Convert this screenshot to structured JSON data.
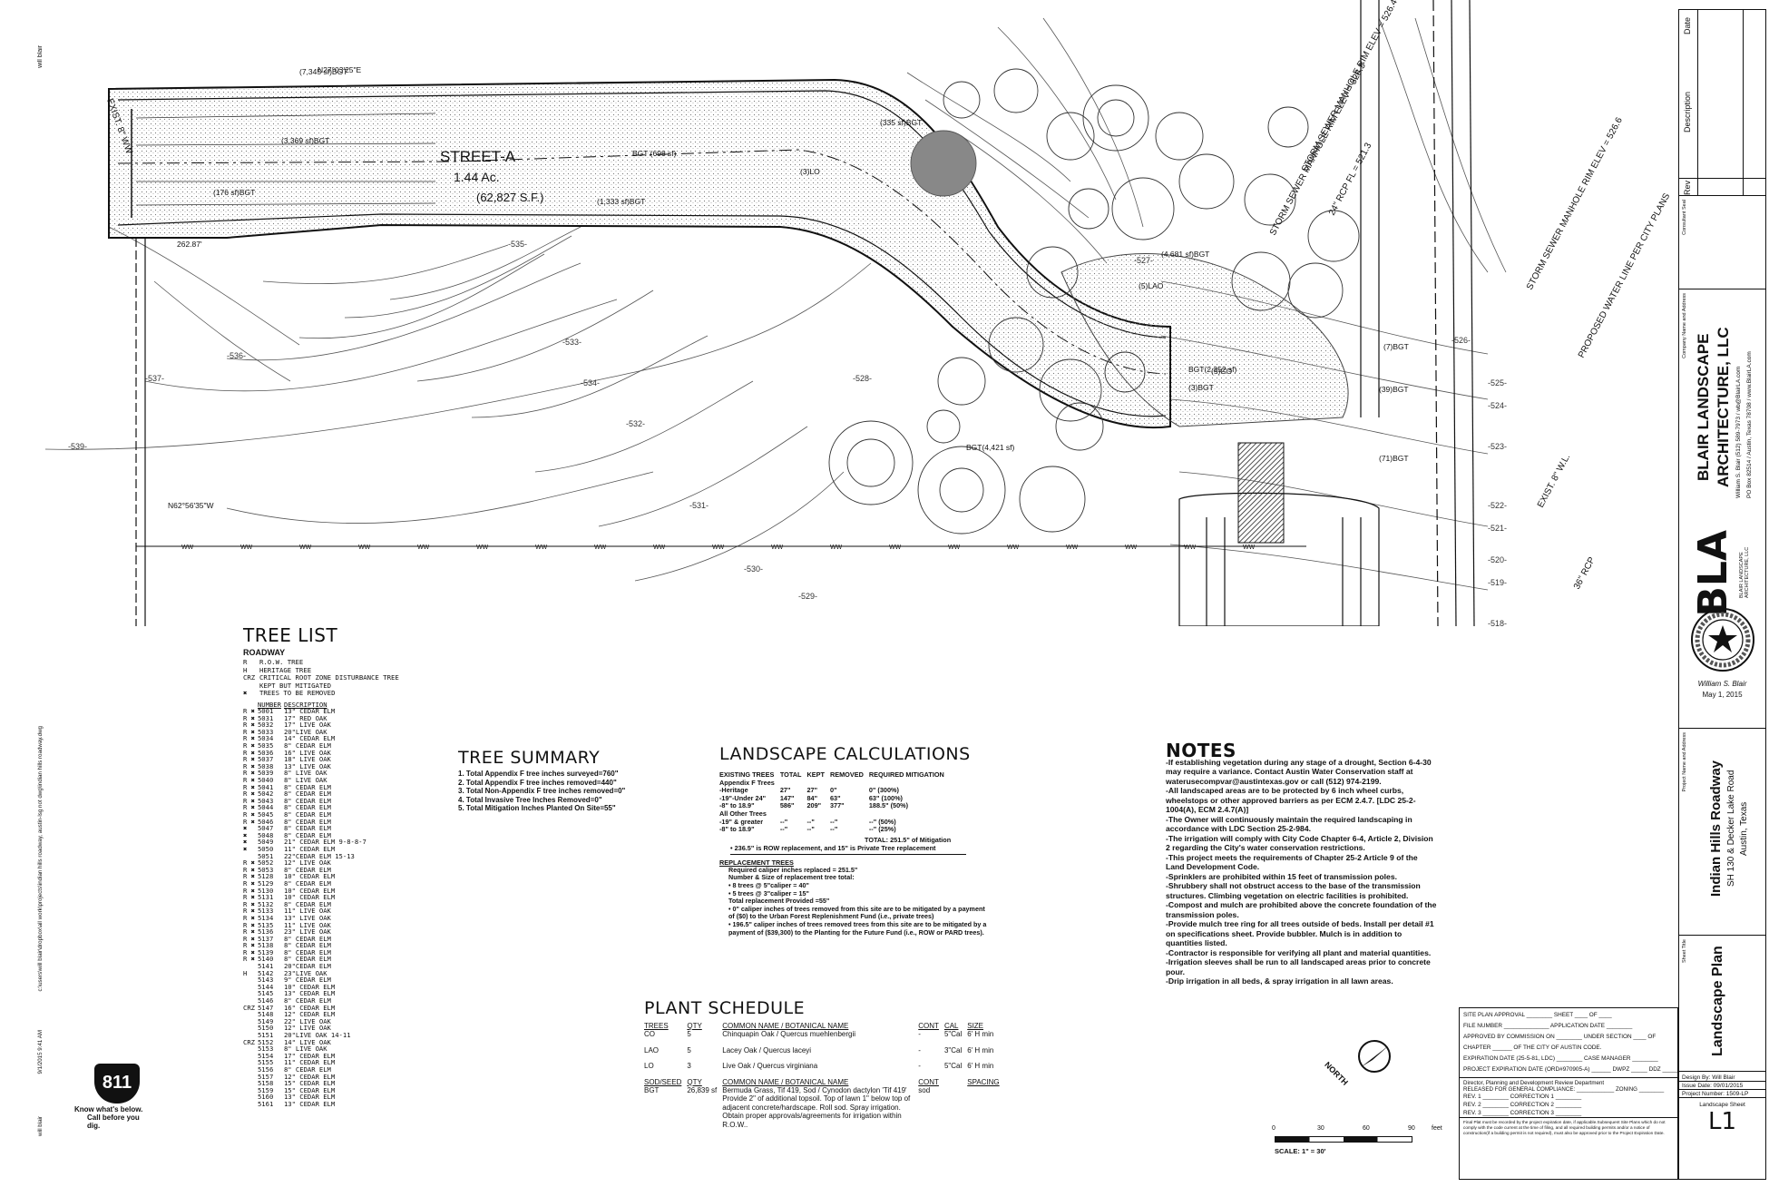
{
  "plan": {
    "street_name": "STREET-A",
    "street_area": "1.44 Ac.",
    "street_sf": "(62,827 S.F.)",
    "labels": [
      "(7,345 sf)BGT",
      "(3,369 sf)BGT",
      "(176 sf)BGT",
      "BGT (698 sf)",
      "(1,333 sf)BGT",
      "(335 sf)BGT",
      "(4,681 sf)BGT",
      "BGT(2,352 sf)",
      "(3)BGT",
      "BGT(4,421 sf)",
      "(7)BGT",
      "(39)BGT",
      "(71)BGT",
      "(3)LO",
      "(5)LAO",
      "(5)CO",
      "262.87'",
      "N27°03'25\"E",
      "N62°56'35\"W"
    ],
    "contours": [
      "-539-",
      "-537-",
      "-536-",
      "-535-",
      "-534-",
      "-533-",
      "-532-",
      "-531-",
      "-530-",
      "-529-",
      "-528-",
      "-527-",
      "-526-",
      "-525-",
      "-524-",
      "-523-",
      "-522-",
      "-521-",
      "-520-",
      "-519-",
      "-518-"
    ],
    "callouts": [
      "STORM SEWER MANHOLE RIM ELEV = 526.4",
      "STORM SEWER MANHOLE RIM ELEV = 528.3",
      "STORM SEWER MANHOLE RIM ELEV = 526.6",
      "PROPOSED WATER LINE PER CITY PLANS",
      "24\" RCP FL = 521.3",
      "EXIST. 8\" W.L.",
      "36\" RCP",
      "EXIST. 8\" WW"
    ],
    "grid_label": "WW"
  },
  "tree_list": {
    "title": "TREE LIST",
    "subtitle": "ROADWAY",
    "legend": [
      {
        "sym": "R",
        "text": "R.O.W. TREE"
      },
      {
        "sym": "H",
        "text": "HERITAGE TREE"
      },
      {
        "sym": "CRZ",
        "text": "CRITICAL ROOT ZONE DISTURBANCE TREE KEPT BUT MITIGATED"
      },
      {
        "sym": "✖",
        "text": "TREES TO BE REMOVED"
      }
    ],
    "col_number": "NUMBER",
    "col_desc": "DESCRIPTION",
    "rows": [
      [
        "R ✖",
        "5001",
        "13\" CEDAR ELM"
      ],
      [
        "R ✖",
        "5031",
        "17\" RED OAK"
      ],
      [
        "R ✖",
        "5032",
        "17\" LIVE OAK"
      ],
      [
        "R ✖",
        "5033",
        "20\"LIVE OAK"
      ],
      [
        "R ✖",
        "5034",
        "14\" CEDAR ELM"
      ],
      [
        "R ✖",
        "5035",
        "8\" CEDAR ELM"
      ],
      [
        "R ✖",
        "5036",
        "16\" LIVE OAK"
      ],
      [
        "R ✖",
        "5037",
        "18\" LIVE OAK"
      ],
      [
        "R ✖",
        "5038",
        "13\" LIVE OAK"
      ],
      [
        "R ✖",
        "5039",
        "8\" LIVE OAK"
      ],
      [
        "R ✖",
        "5040",
        "8\" LIVE OAK"
      ],
      [
        "R ✖",
        "5041",
        "8\" CEDAR ELM"
      ],
      [
        "R ✖",
        "5042",
        "8\" CEDAR ELM"
      ],
      [
        "R ✖",
        "5043",
        "8\" CEDAR ELM"
      ],
      [
        "R ✖",
        "5044",
        "8\" CEDAR ELM"
      ],
      [
        "R ✖",
        "5045",
        "8\" CEDAR ELM"
      ],
      [
        "R ✖",
        "5046",
        "8\" CEDAR ELM"
      ],
      [
        "✖",
        "5047",
        "8\" CEDAR ELM"
      ],
      [
        "✖",
        "5048",
        "8\" CEDAR ELM"
      ],
      [
        "✖",
        "5049",
        "21\" CEDAR ELM 9-8-8-7"
      ],
      [
        "✖",
        "5050",
        "11\" CEDAR ELM"
      ],
      [
        "",
        "5051",
        "22\"CEDAR ELM 15-13"
      ],
      [
        "R ✖",
        "5052",
        "12\" LIVE OAK"
      ],
      [
        "R ✖",
        "5053",
        "8\" CEDAR ELM"
      ],
      [
        "R ✖",
        "5128",
        "10\" CEDAR ELM"
      ],
      [
        "R ✖",
        "5129",
        "8\" CEDAR ELM"
      ],
      [
        "R ✖",
        "5130",
        "10\" CEDAR ELM"
      ],
      [
        "R ✖",
        "5131",
        "10\" CEDAR ELM"
      ],
      [
        "R ✖",
        "5132",
        "8\" CEDAR ELM"
      ],
      [
        "R ✖",
        "5133",
        "11\" LIVE OAK"
      ],
      [
        "R ✖",
        "5134",
        "13\" LIVE OAK"
      ],
      [
        "R ✖",
        "5135",
        "11\" LIVE OAK"
      ],
      [
        "R ✖",
        "5136",
        "23\" LIVE OAK"
      ],
      [
        "R ✖",
        "5137",
        "8\" CEDAR ELM"
      ],
      [
        "R ✖",
        "5138",
        "8\" CEDAR ELM"
      ],
      [
        "R ✖",
        "5139",
        "8\" CEDAR ELM"
      ],
      [
        "R ✖",
        "5140",
        "8\" CEDAR ELM"
      ],
      [
        "",
        "5141",
        "20\"CEDAR ELM"
      ],
      [
        "H",
        "5142",
        "23\"LIVE OAK"
      ],
      [
        "",
        "5143",
        "9\" CEDAR ELM"
      ],
      [
        "",
        "5144",
        "10\" CEDAR ELM"
      ],
      [
        "",
        "5145",
        "13\" CEDAR ELM"
      ],
      [
        "",
        "5146",
        "8\" CEDAR ELM"
      ],
      [
        "CRZ",
        "5147",
        "16\" CEDAR ELM"
      ],
      [
        "",
        "5148",
        "12\" CEDAR ELM"
      ],
      [
        "",
        "5149",
        "22\" LIVE OAK"
      ],
      [
        "",
        "5150",
        "12\" LIVE OAK"
      ],
      [
        "",
        "5151",
        "20\"LIVE OAK 14-11"
      ],
      [
        "CRZ",
        "5152",
        "14\" LIVE OAK"
      ],
      [
        "",
        "5153",
        "8\" LIVE OAK"
      ],
      [
        "",
        "5154",
        "17\" CEDAR ELM"
      ],
      [
        "",
        "5155",
        "11\" CEDAR ELM"
      ],
      [
        "",
        "5156",
        "8\" CEDAR ELM"
      ],
      [
        "",
        "5157",
        "12\" CEDAR ELM"
      ],
      [
        "",
        "5158",
        "15\" CEDAR ELM"
      ],
      [
        "",
        "5159",
        "15\" CEDAR ELM"
      ],
      [
        "",
        "5160",
        "13\" CEDAR ELM"
      ],
      [
        "",
        "5161",
        "13\" CEDAR ELM"
      ]
    ]
  },
  "tree_summary": {
    "title": "TREE SUMMARY",
    "items": [
      "1. Total Appendix F tree inches surveyed=760\"",
      "2. Total Appendix F tree inches removed=440\"",
      "3. Total Non-Appendix F tree inches removed=0\"",
      "4. Total Invasive Tree Inches Removed=0\"",
      "5. Total Mitigation Inches Planted On Site=55\""
    ]
  },
  "landscape_calc": {
    "title": "LANDSCAPE CALCULATIONS",
    "header": [
      "EXISTING TREES",
      "TOTAL",
      "KEPT",
      "REMOVED",
      "REQUIRED MITIGATION"
    ],
    "rows": [
      [
        "Appendix F Trees",
        "",
        "",
        "",
        ""
      ],
      [
        "-Heritage",
        "27\"",
        "27\"",
        "0\"",
        "0\" (300%)"
      ],
      [
        "-19\"-Under 24\"",
        "147\"",
        "84\"",
        "63\"",
        "63\" (100%)"
      ],
      [
        "-8\" to 18.9\"",
        "586\"",
        "209\"",
        "377\"",
        "188.5\" (50%)"
      ],
      [
        "All Other Trees",
        "",
        "",
        "",
        ""
      ],
      [
        "-19\" & greater",
        "--\"",
        "--\"",
        "--\"",
        "--\" (50%)"
      ],
      [
        "-8\" to 18.9\"",
        "--\"",
        "--\"",
        "--\"",
        "--\" (25%)"
      ]
    ],
    "total": "TOTAL:   251.5\" of Mitigation",
    "total_note": "• 236.5\" is ROW replacement, and 15\" is Private Tree replacement",
    "replacement_title": "REPLACEMENT TREES",
    "replacement_lines": [
      "Required caliper inches replaced = 251.5\"",
      "Number & Size of replacement tree total:",
      "• 8 trees @ 5\"caliper = 40\"",
      "• 5 trees @ 3\"caliper = 15\"",
      "Total replacement Provided =55\"",
      "• 0\" caliper inches of trees removed from this site are to be mitigated by a payment of ($0) to the Urban Forest Replenishment Fund (i.e., private trees)",
      "• 196.5\" caliper inches of trees removed trees from this site are to be mitigated by a payment of ($39,300) to the Planting for the Future Fund (i.e., ROW or PARD trees)."
    ]
  },
  "notes": {
    "title": "NOTES",
    "items": [
      "-If establishing vegetation during any stage of a drought, Section 6-4-30 may require a variance. Contact Austin Water Conservation staff at waterusecompvar@austintexas.gov or call (512) 974-2199.",
      "-All landscaped areas are to be protected by 6 inch wheel curbs, wheelstops or other approved barriers as per ECM 2.4.7.  [LDC 25-2-1004(A), ECM 2.4.7(A)]",
      "-The Owner will continuously maintain the required landscaping in accordance with LDC Section 25-2-984.",
      "-The irrigation will comply with City Code Chapter 6-4, Article 2, Division 2 regarding the City's water conservation restrictions.",
      "-This project meets the requirements of Chapter 25-2 Article 9 of the Land Development Code.",
      "-Sprinklers are prohibited within 15 feet of transmission poles.",
      "-Shrubbery shall not obstruct access to the base of the transmission structures. Climbing vegetation on electric facilities is prohibited.",
      "-Compost and mulch are prohibited above the concrete foundation of the transmission poles.",
      "-Provide mulch tree ring for all trees outside of beds. Install per detail #1 on specifications sheet. Provide bubbler. Mulch is in addition to quantities listed.",
      "-Contractor is responsible for verifying all plant and material quantities.",
      "-Irrigation sleeves shall be run to all landscaped areas prior to concrete pour.",
      "-Drip irrigation in all beds, & spray irrigation in all lawn areas."
    ]
  },
  "plant_schedule": {
    "title": "PLANT SCHEDULE",
    "tree_headers": [
      "TREES",
      "QTY",
      "COMMON NAME / BOTANICAL NAME",
      "CONT",
      "CAL",
      "SIZE"
    ],
    "trees": [
      [
        "CO",
        "5",
        "Chinquapin Oak / Quercus muehlenbergii",
        "-",
        "5\"Cal",
        "6' H min"
      ],
      [
        "LAO",
        "5",
        "Lacey Oak / Quercus laceyi",
        "-",
        "3\"Cal",
        "6' H min"
      ],
      [
        "LO",
        "3",
        "Live Oak / Quercus virginiana",
        "-",
        "5\"Cal",
        "6' H min"
      ]
    ],
    "sod_headers": [
      "SOD/SEED",
      "QTY",
      "COMMON NAME / BOTANICAL NAME",
      "CONT",
      "",
      "SPACING"
    ],
    "sod": [
      "BGT",
      "26,839 sf",
      "Bermuda Grass, Tif 419, Sod / Cynodon dactylon 'Tif 419' Provide 2\" of additional topsoil. Top of lawn 1\" below top of adjacent concrete/hardscape. Roll sod. Spray irrigation. Obtain proper approvals/agreements for irrigation within R.O.W..",
      "sod"
    ]
  },
  "north_label": "NORTH",
  "scale": {
    "ticks": [
      "0",
      "30",
      "60",
      "90"
    ],
    "unit": "feet",
    "label": "SCALE: 1\" = 30'"
  },
  "logo_811": {
    "number": "811",
    "line1": "Know what's below.",
    "line2": "Call before you dig."
  },
  "margin_text": {
    "left_top": "will blair",
    "left_path": "c:\\users\\will blair\\dropbox\\all work\\projects\\indian hills roadway, austin-lsg not dwg\\indian hills roadway.dwg",
    "left_date": "9/1/2015 9:41 AM",
    "left_bottom": "will blair"
  },
  "approval": {
    "lines": [
      "SITE PLAN APPROVAL ________ SHEET ____ OF ____",
      "FILE NUMBER ______________ APPLICATION DATE ________",
      "APPROVED BY COMMISSION ON ________ UNDER SECTION ____ OF",
      "CHAPTER ______ OF THE CITY OF AUSTIN CODE.",
      "EXPIRATION DATE (25-5-81, LDC) ________ CASE MANAGER ________",
      "PROJECT EXPIRATION DATE (ORD#970905-A) ______ DWPZ _____ DDZ _____"
    ],
    "director": "Director, Planning and Development Review Department",
    "released": "RELEASED FOR GENERAL COMPLIANCE: ____________ ZONING ________",
    "revs": [
      "REV. 1 ________ CORRECTION 1 ________",
      "REV. 2 ________ CORRECTION 2 ________",
      "REV. 3 ________ CORRECTION 3 ________"
    ],
    "fine_print": "Final Plat must be recorded by the project expiration date, if applicable.Subsequent Site Plans which do not comply with the code current at the time of filing, and all required building permits and/or a notice of construction(if a building permit is not required), must also be approved prior to the Project Expiration Date."
  },
  "title_block": {
    "rev_header": [
      "Rev",
      "Description",
      "Date"
    ],
    "consultant_seal": "Consultant Seal",
    "company_label": "Company Name and Address",
    "company_name": "BLAIR LANDSCAPE ARCHITECTURE, LLC",
    "company_contact": "William S. Blair (512) 589-7973 / wb@BlairLA.com",
    "company_address": "PO Box 82514 / Austin, Texas 78708 / www.BlairLA.com",
    "logo_letters": "BLA",
    "logo_sub": "BLAIR LANDSCAPE ARCHITECTURE, LLC",
    "seal_text": "REGISTERED LANDSCAPE ARCHITECT • STATE OF TEXAS • 2574",
    "signer": "William S. Blair",
    "sign_date": "May 1, 2015",
    "project_label": "Project Name and Address",
    "project_name": "Indian Hills Roadway",
    "project_address": "SH 130 & Decker Lake Road",
    "project_city": "Austin, Texas",
    "sheet_title_label": "Sheet Title",
    "sheet_title": "Landscape Plan",
    "design_by": "Design By: Will Blair",
    "issue_date": "Issue Date: 09/01/2015",
    "project_number": "Project Number: 1509-LP",
    "sheet_label": "Landscape Sheet",
    "sheet_number": "L1"
  }
}
